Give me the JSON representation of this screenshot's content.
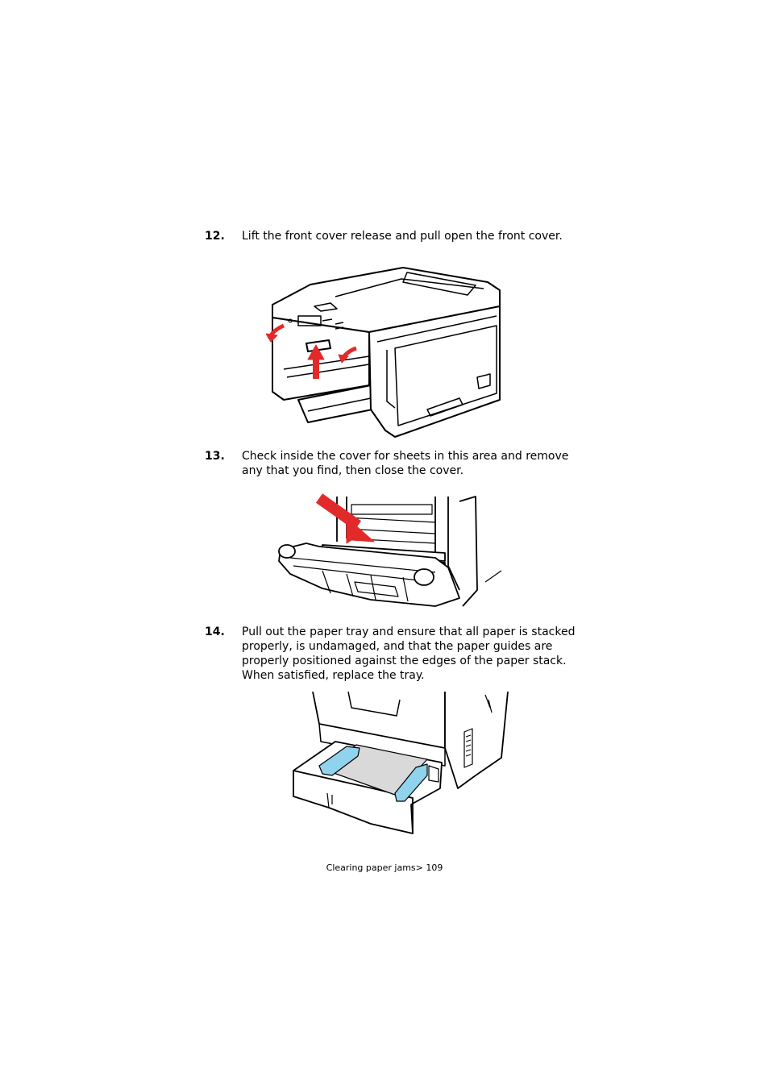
{
  "steps": [
    {
      "number": "12.",
      "text": "Lift the front cover release and pull open the front cover."
    },
    {
      "number": "13.",
      "text": "Check inside the cover for sheets in this area and remove any that you find, then close the cover."
    },
    {
      "number": "14.",
      "text": "Pull out the paper tray and ensure that all paper is stacked properly, is undamaged, and that the paper guides are properly positioned against the edges of the paper stack. When satisfied, replace the tray."
    }
  ],
  "footer": {
    "text": "Clearing paper jams> 109"
  },
  "colors": {
    "arrow": "#e32a2a",
    "guide": "#8fd3ec",
    "paper": "#d9d9d9",
    "line": "#000000"
  }
}
